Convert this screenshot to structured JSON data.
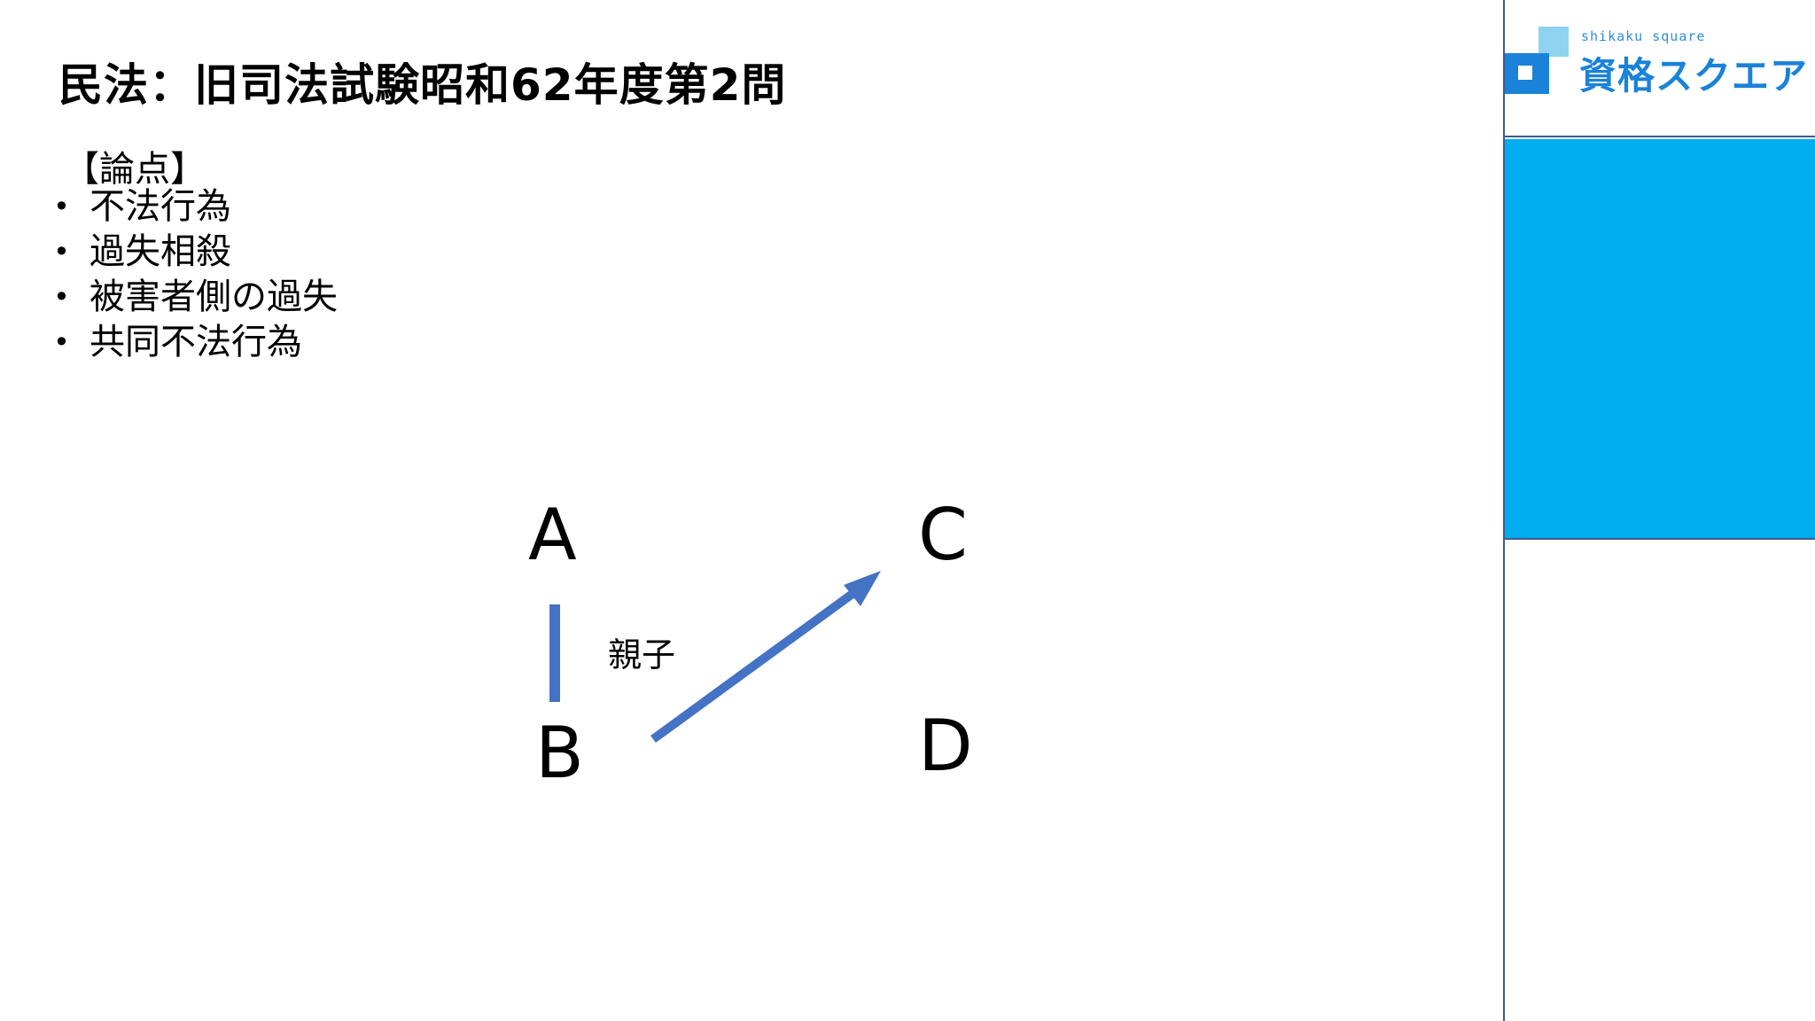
{
  "slide": {
    "title": "民法：旧司法試験昭和62年度第2問",
    "points_heading": "【論点】",
    "points": [
      "不法行為",
      "過失相殺",
      "被害者側の過失",
      "共同不法行為"
    ],
    "bullet_char": "•"
  },
  "diagram": {
    "nodes": {
      "a": "A",
      "b": "B",
      "c": "C",
      "d": "D"
    },
    "relation_label": "親子",
    "line_color": "#4472c4"
  },
  "side_panel": {
    "logo_sub": "shikaku square",
    "logo_main": "資格スクエア",
    "accent_color": "#00adef",
    "logo_color": "#1a82d8"
  }
}
